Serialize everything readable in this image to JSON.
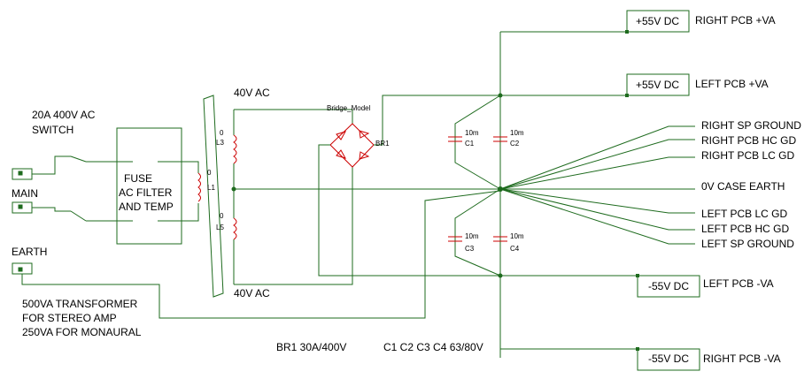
{
  "colors": {
    "wire": "#1e6b1e",
    "component": "#cc0000",
    "text": "#000000",
    "background": "#ffffff"
  },
  "labels": {
    "switch_line1": "20A 400V AC",
    "switch_line2": "SWITCH",
    "main": "MAIN",
    "earth": "EARTH",
    "fuse_line1": "FUSE",
    "fuse_line2": "AC FILTER",
    "fuse_line3": "AND TEMP",
    "transformer_line1": "500VA TRANSFORMER",
    "transformer_line2": "FOR STEREO AMP",
    "transformer_line3": "250VA FOR MONAURAL",
    "ac_top": "40V AC",
    "ac_bottom": "40V AC",
    "bridge_model": "Bridge_Model",
    "br1": "BR1",
    "l1": "L1",
    "l1_ref": "0",
    "l3": "L3",
    "l3_ref": "0",
    "l5": "L5",
    "l5_ref": "0",
    "cap_value": "10m",
    "c1": "C1",
    "c2": "C2",
    "c3": "C3",
    "c4": "C4",
    "bom_br1": "BR1  30A/400V",
    "bom_caps": "C1  C2 C3 C4  63/80V"
  },
  "supply_boxes": {
    "plus_right": "+55V DC",
    "plus_left": "+55V DC",
    "minus_left": "-55V DC",
    "minus_right": "-55V DC"
  },
  "outputs": {
    "right_pcb_va_pos": "RIGHT PCB +VA",
    "left_pcb_va_pos": "LEFT PCB +VA",
    "right_sp_ground": "RIGHT SP GROUND",
    "right_pcb_hc_gd": "RIGHT PCB HC GD",
    "right_pcb_lc_gd": "RIGHT PCB LC GD",
    "case_earth": "0V CASE EARTH",
    "left_pcb_lc_gd": "LEFT PCB LC GD",
    "left_pcb_hc_gd": "LEFT PCB HC GD",
    "left_sp_ground": "LEFT SP GROUND",
    "left_pcb_va_neg": "LEFT PCB -VA",
    "right_pcb_va_neg": "RIGHT PCB -VA"
  }
}
